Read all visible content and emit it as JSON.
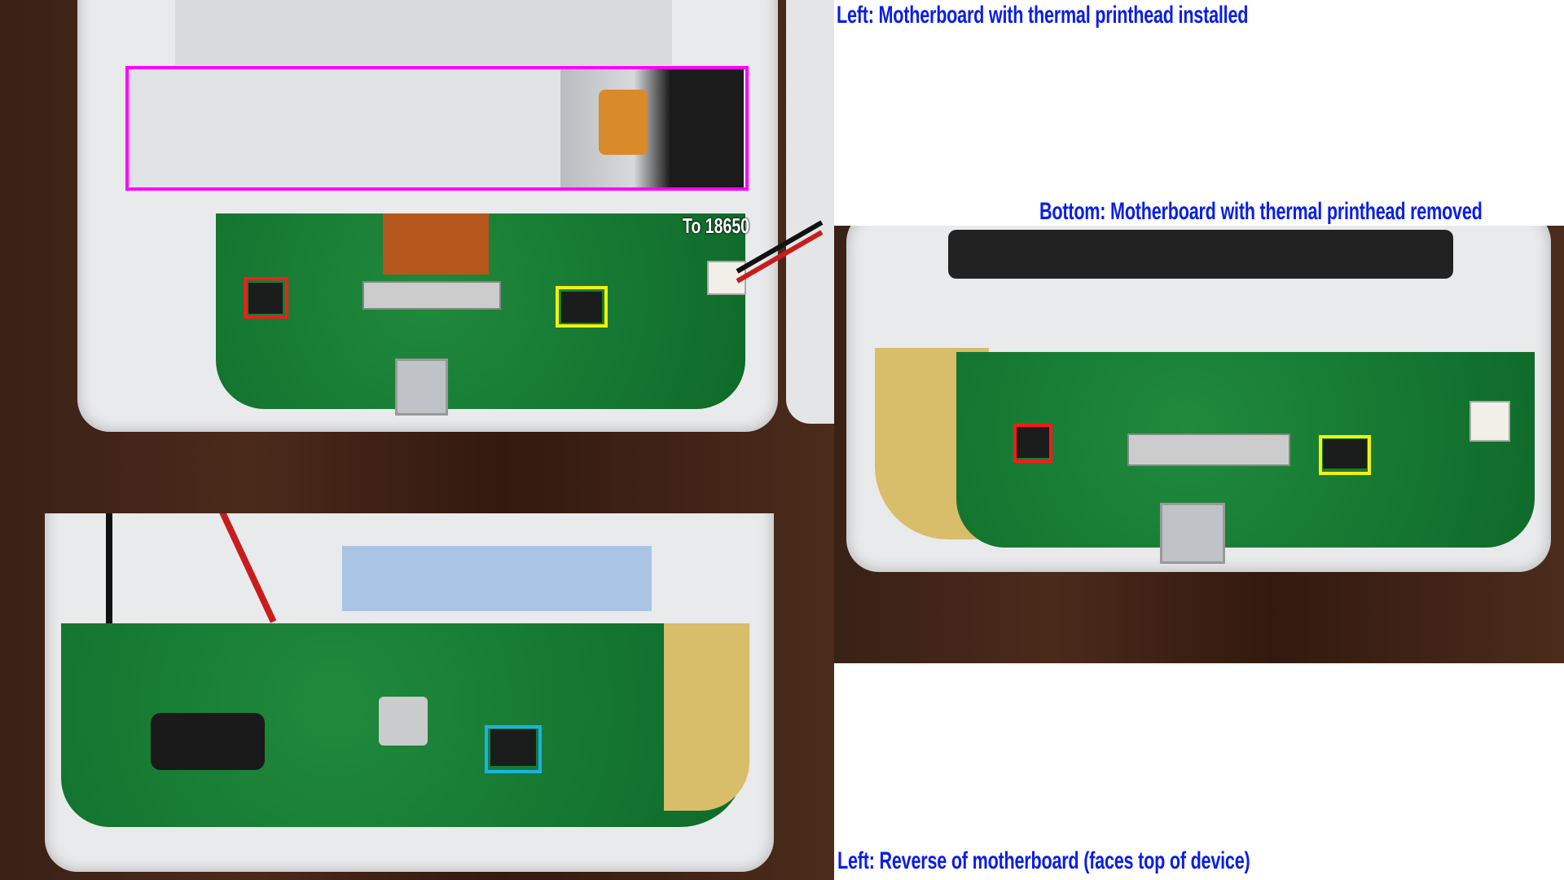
{
  "captions": {
    "top": "Left: Motherboard with thermal printhead installed",
    "middle": "Bottom: Motherboard with thermal printhead removed",
    "bottom": "Left: Reverse of motherboard (faces top of device)"
  },
  "annotations": {
    "battery_label": "To 18650",
    "colors": {
      "printhead_box": "#ff00ff",
      "chip_red": "#ff1a1a",
      "chip_yellow": "#f2f20a",
      "chip_cyan": "#1ab2e6",
      "caption_text": "#0a1ee6"
    }
  }
}
